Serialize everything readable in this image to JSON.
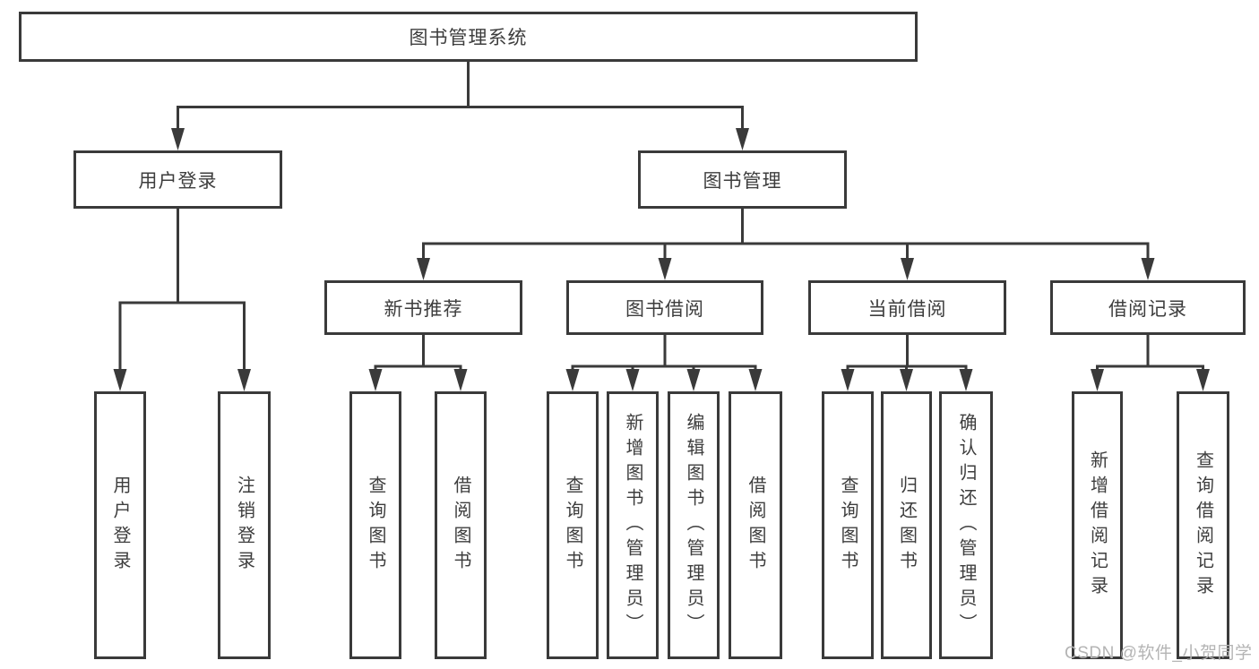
{
  "diagram_type": "hierarchy-tree",
  "tree": {
    "root": {
      "label": "图书管理系统",
      "children": [
        {
          "label": "用户登录",
          "children": [
            {
              "label": "用户登录"
            },
            {
              "label": "注销登录"
            }
          ]
        },
        {
          "label": "图书管理",
          "children": [
            {
              "label": "新书推荐",
              "children": [
                {
                  "label": "查询图书"
                },
                {
                  "label": "借阅图书"
                }
              ]
            },
            {
              "label": "图书借阅",
              "children": [
                {
                  "label": "查询图书"
                },
                {
                  "label": "新增图书（管理员）"
                },
                {
                  "label": "编辑图书（管理员）"
                },
                {
                  "label": "借阅图书"
                }
              ]
            },
            {
              "label": "当前借阅",
              "children": [
                {
                  "label": "查询图书"
                },
                {
                  "label": "归还图书"
                },
                {
                  "label": "确认归还（管理员）"
                }
              ]
            },
            {
              "label": "借阅记录",
              "children": [
                {
                  "label": "新增借阅记录"
                },
                {
                  "label": "查询借阅记录"
                }
              ]
            }
          ]
        }
      ]
    }
  },
  "watermark": {
    "text": "CSDN @软件_小贺同学"
  },
  "colors": {
    "line": "#3a3a3a",
    "box_border": "#3a3a3a",
    "box_fill": "#ffffff",
    "text": "#3d3d3d",
    "watermark": "#b4b4b4",
    "background": "#ffffff"
  }
}
